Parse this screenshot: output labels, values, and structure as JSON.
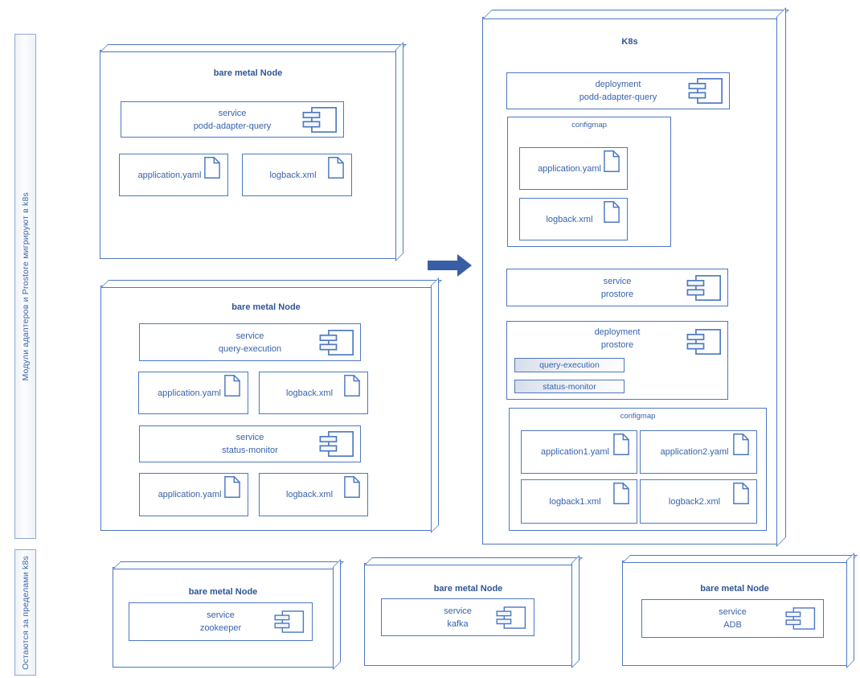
{
  "colors": {
    "line": "#4C78C1",
    "title": "#2E5597",
    "body": "#3763AD",
    "arrow": "#3A5EA5",
    "band-border": "#8FA9D6"
  },
  "bands": {
    "migrate": "Модули адаптеров и Prostore мигрируют в k8s",
    "outside": "Остаются за пределами k8s"
  },
  "node_adapter": {
    "title": "bare metal Node",
    "service_kind": "service",
    "service_name": "podd-adapter-query",
    "file1": "application.yaml",
    "file2": "logback.xml"
  },
  "node_prostore": {
    "title": "bare metal Node",
    "service1_kind": "service",
    "service1_name": "query-execution",
    "file1": "application.yaml",
    "file2": "logback.xml",
    "service2_kind": "service",
    "service2_name": "status-monitor",
    "file3": "application.yaml",
    "file4": "logback.xml"
  },
  "k8s": {
    "title": "K8s",
    "deployment1_kind": "deployment",
    "deployment1_name": "podd-adapter-query",
    "configmap1_label": "configmap",
    "configmap1_file1": "application.yaml",
    "configmap1_file2": "logback.xml",
    "service_kind": "service",
    "service_name": "prostore",
    "deployment2_kind": "deployment",
    "deployment2_name": "prostore",
    "deployment2_chip1": "query-execution",
    "deployment2_chip2": "status-monitor",
    "configmap2_label": "configmap",
    "configmap2_file1": "application1.yaml",
    "configmap2_file2": "application2.yaml",
    "configmap2_file3": "logback1.xml",
    "configmap2_file4": "logback2.xml"
  },
  "node_zookeeper": {
    "title": "bare metal Node",
    "service_kind": "service",
    "service_name": "zookeeper"
  },
  "node_kafka": {
    "title": "bare metal Node",
    "service_kind": "service",
    "service_name": "kafka"
  },
  "node_adb": {
    "title": "bare metal Node",
    "service_kind": "service",
    "service_name": "ADB"
  }
}
